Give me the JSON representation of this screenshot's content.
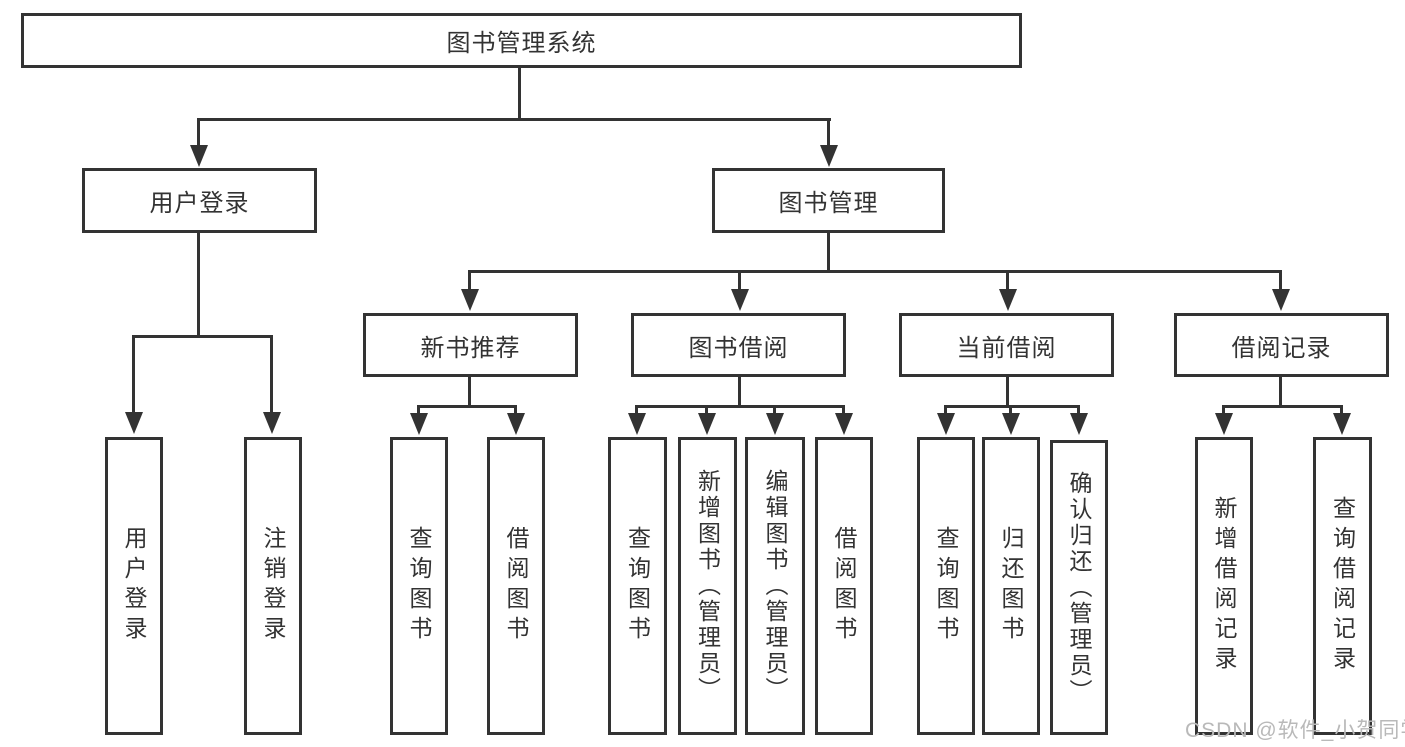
{
  "diagram": {
    "title": "图书管理系统",
    "nodes": {
      "root": "图书管理系统",
      "l2": [
        "用户登录",
        "图书管理"
      ],
      "l3": [
        "新书推荐",
        "图书借阅",
        "当前借阅",
        "借阅记录"
      ],
      "leaves_user": [
        "用户登录",
        "注销登录"
      ],
      "leaves_new_book": [
        "查询图书",
        "借阅图书"
      ],
      "leaves_book_borrow": [
        "查询图书",
        "新增图书（管理员）",
        "编辑图书（管理员）",
        "借阅图书"
      ],
      "leaves_current_borrow": [
        "查询图书",
        "归还图书",
        "确认归还（管理员）"
      ],
      "leaves_borrow_record": [
        "新增借阅记录",
        "查询借阅记录"
      ]
    },
    "colors": {
      "line": "#333333",
      "text": "#333333",
      "background": "#ffffff",
      "watermark_text": "#b9b9b9"
    }
  },
  "watermark": "CSDN @软件_小贺同学"
}
